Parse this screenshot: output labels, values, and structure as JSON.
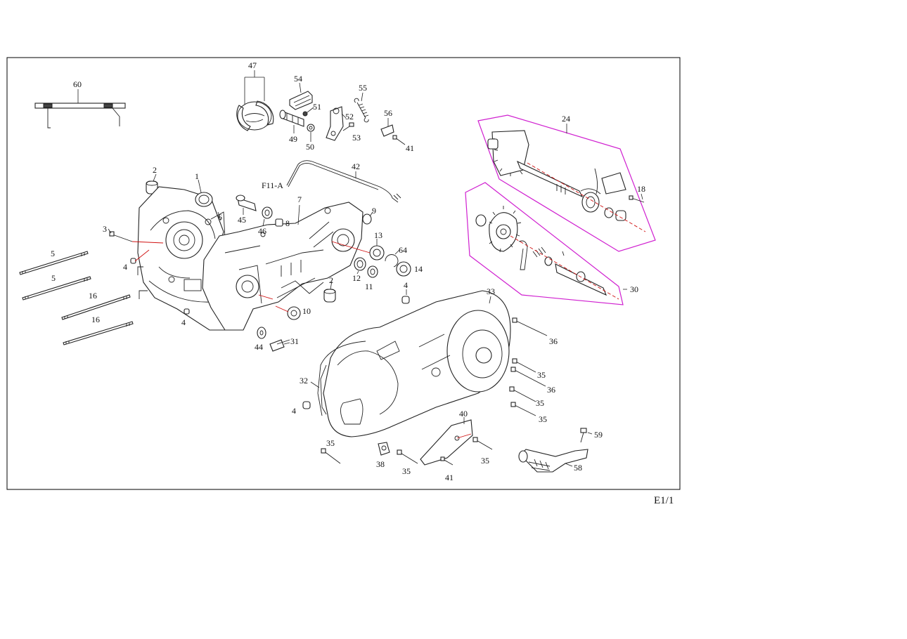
{
  "sheet_code": "E1/1",
  "ref_label": "F11-A",
  "callouts": [
    {
      "id": "c60",
      "text": "60"
    },
    {
      "id": "c47",
      "text": "47"
    },
    {
      "id": "c54",
      "text": "54"
    },
    {
      "id": "c51",
      "text": "51"
    },
    {
      "id": "c55",
      "text": "55"
    },
    {
      "id": "c52",
      "text": "52"
    },
    {
      "id": "c53",
      "text": "53"
    },
    {
      "id": "c49",
      "text": "49"
    },
    {
      "id": "c50",
      "text": "50"
    },
    {
      "id": "c56",
      "text": "56"
    },
    {
      "id": "c41a",
      "text": "41"
    },
    {
      "id": "c24",
      "text": "24"
    },
    {
      "id": "c18",
      "text": "18"
    },
    {
      "id": "c30",
      "text": "30"
    },
    {
      "id": "c2a",
      "text": "2"
    },
    {
      "id": "c1",
      "text": "1"
    },
    {
      "id": "c42",
      "text": "42"
    },
    {
      "id": "c7",
      "text": "7"
    },
    {
      "id": "c6",
      "text": "6"
    },
    {
      "id": "c45",
      "text": "45"
    },
    {
      "id": "c46",
      "text": "46"
    },
    {
      "id": "c8",
      "text": "8"
    },
    {
      "id": "c9",
      "text": "9"
    },
    {
      "id": "c13",
      "text": "13"
    },
    {
      "id": "c64",
      "text": "64"
    },
    {
      "id": "c14",
      "text": "14"
    },
    {
      "id": "c12",
      "text": "12"
    },
    {
      "id": "c11",
      "text": "11"
    },
    {
      "id": "c3",
      "text": "3"
    },
    {
      "id": "c4a",
      "text": "4"
    },
    {
      "id": "c5a",
      "text": "5"
    },
    {
      "id": "c5b",
      "text": "5"
    },
    {
      "id": "c16a",
      "text": "16"
    },
    {
      "id": "c16b",
      "text": "16"
    },
    {
      "id": "c4b",
      "text": "4"
    },
    {
      "id": "c2b",
      "text": "2"
    },
    {
      "id": "c10",
      "text": "10"
    },
    {
      "id": "c4c",
      "text": "4"
    },
    {
      "id": "c44",
      "text": "44"
    },
    {
      "id": "c31",
      "text": "31"
    },
    {
      "id": "c33",
      "text": "33"
    },
    {
      "id": "c36a",
      "text": "36"
    },
    {
      "id": "c35a",
      "text": "35"
    },
    {
      "id": "c36b",
      "text": "36"
    },
    {
      "id": "c35b",
      "text": "35"
    },
    {
      "id": "c35c",
      "text": "35"
    },
    {
      "id": "c32",
      "text": "32"
    },
    {
      "id": "c4d",
      "text": "4"
    },
    {
      "id": "c40",
      "text": "40"
    },
    {
      "id": "c59",
      "text": "59"
    },
    {
      "id": "c35d",
      "text": "35"
    },
    {
      "id": "c38",
      "text": "38"
    },
    {
      "id": "c35e",
      "text": "35"
    },
    {
      "id": "c35f",
      "text": "35"
    },
    {
      "id": "c41b",
      "text": "41"
    },
    {
      "id": "c58",
      "text": "58"
    }
  ],
  "colors": {
    "line": "#222222",
    "leader_red": "#d01010",
    "group_magenta": "#d020d0",
    "background": "#ffffff"
  }
}
